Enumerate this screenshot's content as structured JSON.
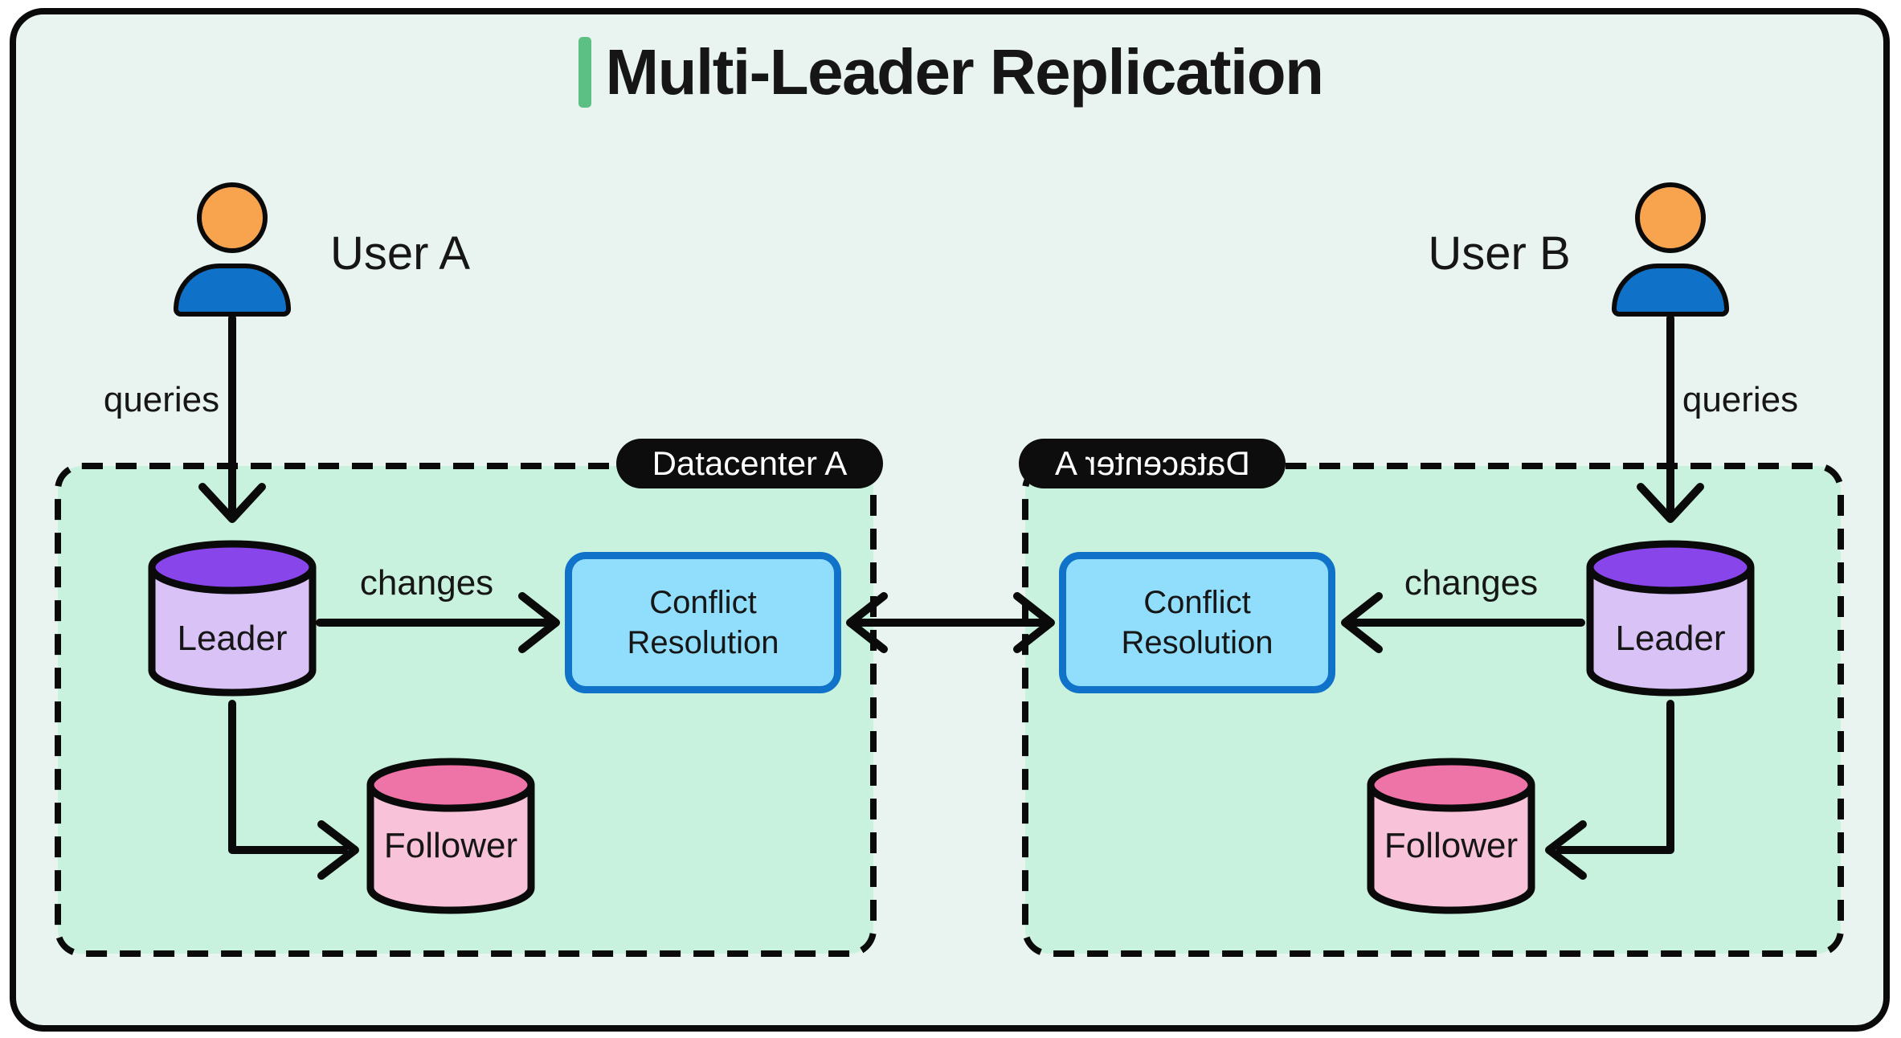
{
  "title": "Multi-Leader Replication",
  "colors": {
    "accent": "#5cc084",
    "page_bg": "#ffffff",
    "panel_bg": "#e9f3ef",
    "panel_border": "#0a0a0a",
    "dc_bg": "#c8f2dd",
    "ink": "#0a0a0a",
    "text": "#161616",
    "pill_bg": "#0d0d0d",
    "pill_text": "#ffffff",
    "user_head": "#f8a44e",
    "user_body": "#0f71c8",
    "leader_top": "#8845e9",
    "leader_body": "#d9c3f6",
    "follower_top": "#ee74a8",
    "follower_body": "#f8c2d8",
    "cr_fill": "#90defb",
    "cr_border": "#1072c8"
  },
  "left": {
    "user_label": "User A",
    "queries_label": "queries",
    "datacenter_label": "Datacenter A",
    "leader_label": "Leader",
    "changes_label": "changes",
    "conflict_line1": "Conflict",
    "conflict_line2": "Resolution",
    "follower_label": "Follower"
  },
  "right": {
    "user_label": "User B",
    "queries_label": "queries",
    "datacenter_label": "Datacenter A",
    "leader_label": "Leader",
    "changes_label": "changes",
    "conflict_line1": "Conflict",
    "conflict_line2": "Resolution",
    "follower_label": "Follower"
  }
}
